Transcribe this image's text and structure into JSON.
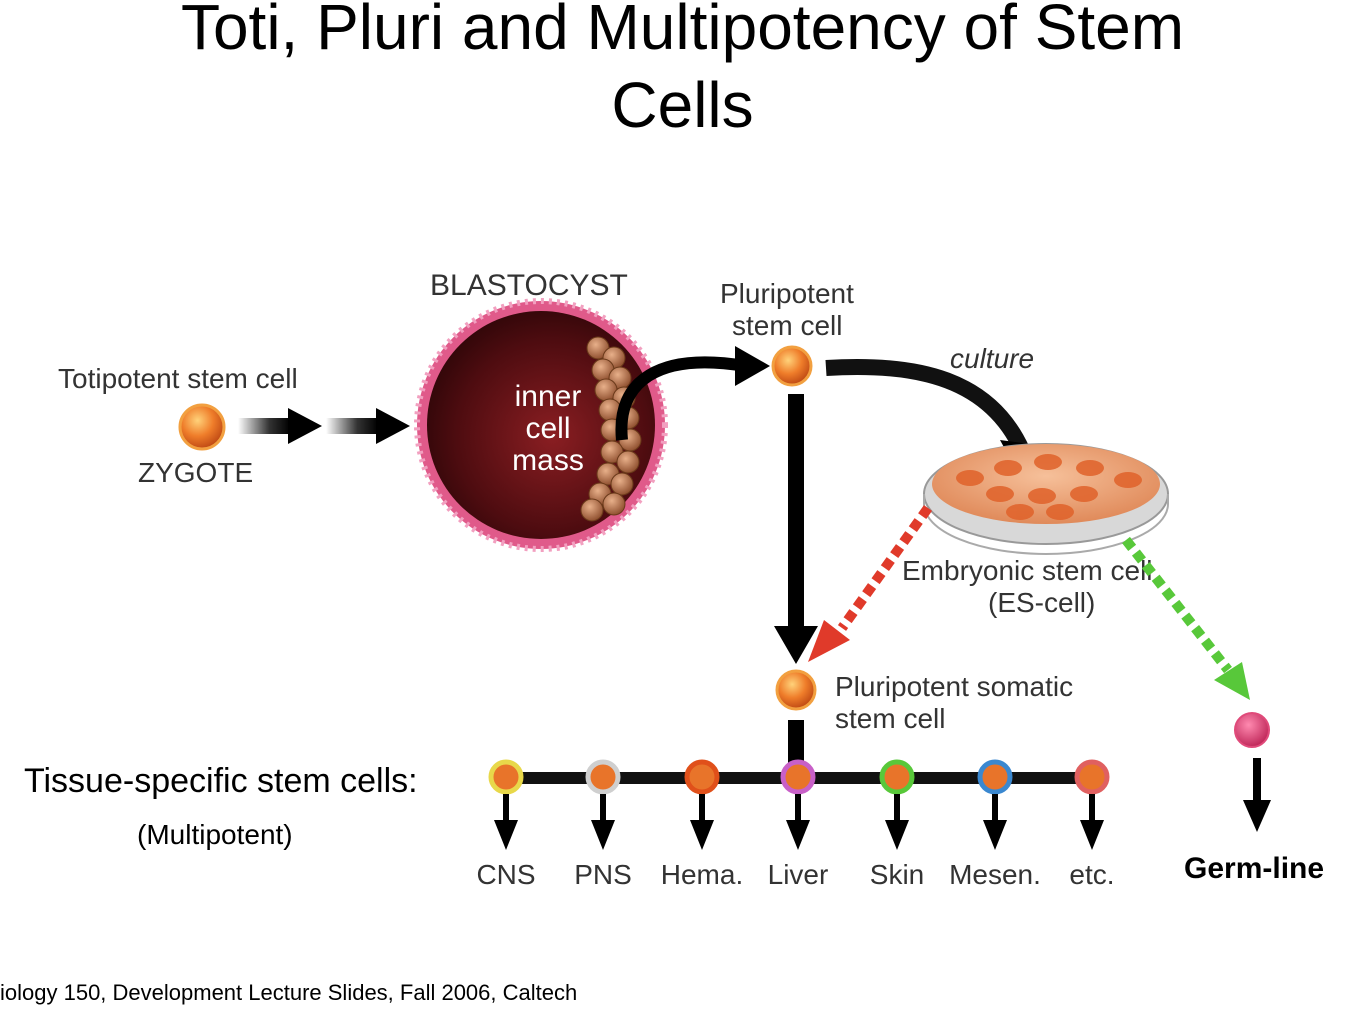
{
  "title": {
    "line1": "Toti, Pluri and Multipotency of Stem",
    "line2": "Cells"
  },
  "labels": {
    "totipotent": "Totipotent stem cell",
    "zygote": "ZYGOTE",
    "blastocyst": "BLASTOCYST",
    "icm_1": "inner",
    "icm_2": "cell",
    "icm_3": "mass",
    "pluripotent_1": "Pluripotent",
    "pluripotent_2": "stem cell",
    "culture": "culture",
    "es_1": "Embryonic stem cell",
    "es_2": "(ES-cell)",
    "somatic_1": "Pluripotent somatic",
    "somatic_2": "stem cell",
    "tissue_title": "Tissue-specific stem cells:",
    "multipotent": "(Multipotent)",
    "germline": "Germ-line"
  },
  "tissues": [
    {
      "label": "CNS",
      "ring": "#e8d84a"
    },
    {
      "label": "PNS",
      "ring": "#cfcfcf"
    },
    {
      "label": "Hema.",
      "ring": "#e0501a"
    },
    {
      "label": "Liver",
      "ring": "#c860c8"
    },
    {
      "label": "Skin",
      "ring": "#58c83a"
    },
    {
      "label": "Mesen.",
      "ring": "#3a88d0"
    },
    {
      "label": "etc.",
      "ring": "#e06060"
    }
  ],
  "colors": {
    "cell_orange": "#e8742a",
    "blastocyst_dark": "#5a0d10",
    "blastocyst_rim": "#e05a8a",
    "red_arrow": "#e03a2a",
    "green_arrow": "#58c83a",
    "germ_cell": "#e04a7a"
  },
  "citation": "iology 150, Development Lecture Slides, Fall 2006, Caltech"
}
